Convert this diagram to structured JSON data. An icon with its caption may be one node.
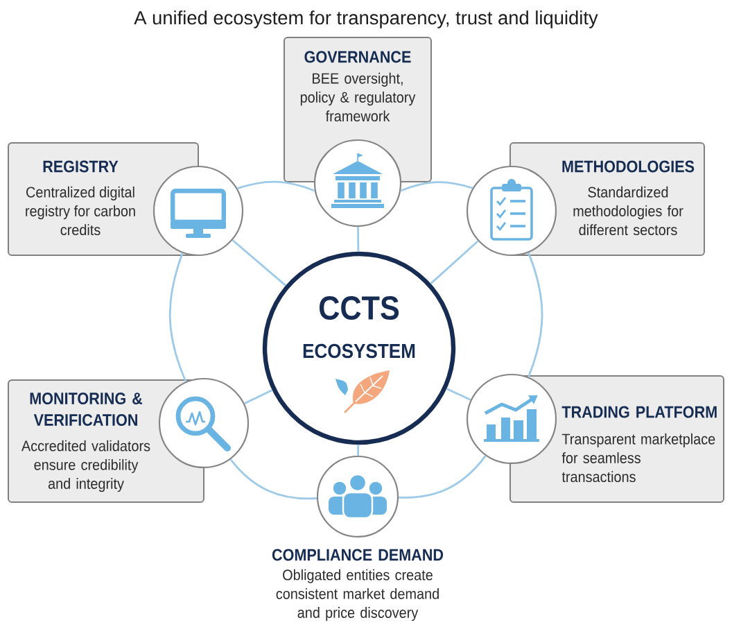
{
  "diagram": {
    "title": "A unified ecosystem for transparency, trust and liquidity",
    "nodes": [
      {
        "text": [
          "GOVERNANCE",
          "BEE oversight, policy & regulatory framework"
        ]
      },
      {
        "text": [],
        "shape": "circle"
      },
      {
        "text": [
          "REGISTRY",
          "Centralized digital registry for carbon credits"
        ]
      },
      {
        "text": [],
        "shape": "circle"
      },
      {
        "text": [
          "METHODOLOGIES",
          "Standardized methodologies for different sectors"
        ]
      },
      {
        "text": [],
        "shape": "circle"
      },
      {
        "text": [
          "CCTS",
          "ECOSYSTEM"
        ]
      },
      {
        "text": [
          "MONITORING & VERIFICATION",
          "Accredited validators ensure credibility and integrity"
        ]
      },
      {
        "text": [],
        "shape": "circle"
      },
      {
        "text": [
          "TRADING PLATFORM",
          "Transparent marketplace for seamless transactions"
        ]
      },
      {
        "text": [],
        "shape": "circle"
      },
      {
        "text": [],
        "shape": "circle",
        "beside": [
          "COMPLIANCE DEMAND",
          "Obligated entities create consistent market demand and price discovery"
        ]
      }
    ],
    "edges": [
      {
        "from": 6,
        "to": 1,
        "arrow": "none"
      },
      {
        "from": 6,
        "to": 3,
        "arrow": "none"
      },
      {
        "from": 6,
        "to": 5,
        "arrow": "none"
      },
      {
        "from": 6,
        "to": 8,
        "arrow": "none"
      },
      {
        "from": 6,
        "to": 10,
        "arrow": "none"
      },
      {
        "from": 6,
        "to": 11,
        "arrow": "none"
      },
      {
        "from": 1,
        "to": 3,
        "arrow": "none"
      },
      {
        "from": 1,
        "to": 5,
        "arrow": "none"
      },
      {
        "from": 3,
        "to": 8,
        "arrow": "none"
      },
      {
        "from": 5,
        "to": 10,
        "arrow": "none"
      },
      {
        "from": 8,
        "to": 11,
        "arrow": "none"
      },
      {
        "from": 10,
        "to": 11,
        "arrow": "none"
      }
    ]
  }
}
